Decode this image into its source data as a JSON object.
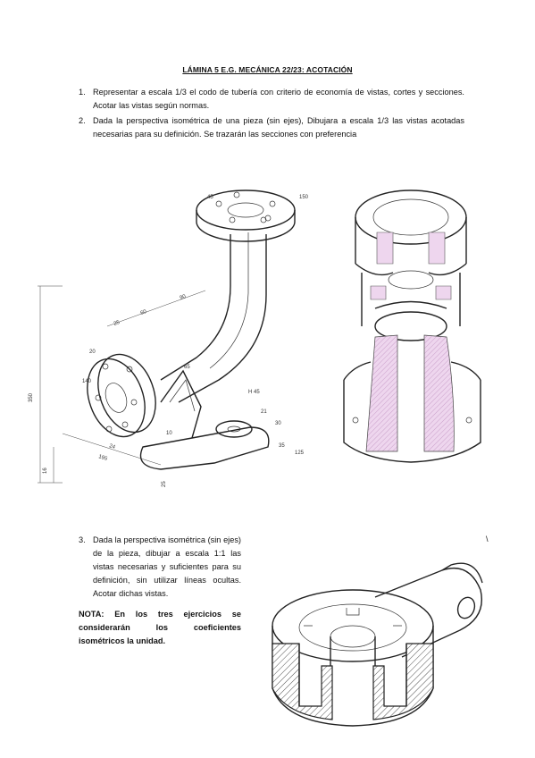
{
  "header": {
    "title": "LÁMINA 5   E.G. MECÁNICA 22/23: ACOTACIÓN"
  },
  "exercises": [
    {
      "num": "1.",
      "text": "Representar a escala 1/3 el codo de tubería con criterio de economía de vistas, cortes y secciones. Acotar las vistas según normas."
    },
    {
      "num": "2.",
      "text": "Dada la perspectiva isométrica de una pieza (sin ejes), Dibujara a escala 1/3 las vistas acotadas necesarias para su definición. Se trazarán las secciones con preferencia"
    },
    {
      "num": "3.",
      "text": "Dada la perspectiva isométrica (sin ejes) de la pieza, dibujar a escala 1:1 las vistas necesarias y suficientes para su definición, sin utilizar líneas ocultas. Acotar dichas vistas."
    }
  ],
  "note": "NOTA: En los tres ejercicios se considerarán los coeficientes isométricos la unidad.",
  "stray_mark": "\\",
  "figure1": {
    "dimensions": [
      "350",
      "90",
      "60",
      "25",
      "195",
      "16",
      "45",
      "150",
      "24",
      "140",
      "H 45",
      "25",
      "20",
      "65",
      "21",
      "30",
      "125",
      "35",
      "10"
    ]
  },
  "colors": {
    "section_fill": "#eed6ee",
    "ink": "#222222"
  }
}
